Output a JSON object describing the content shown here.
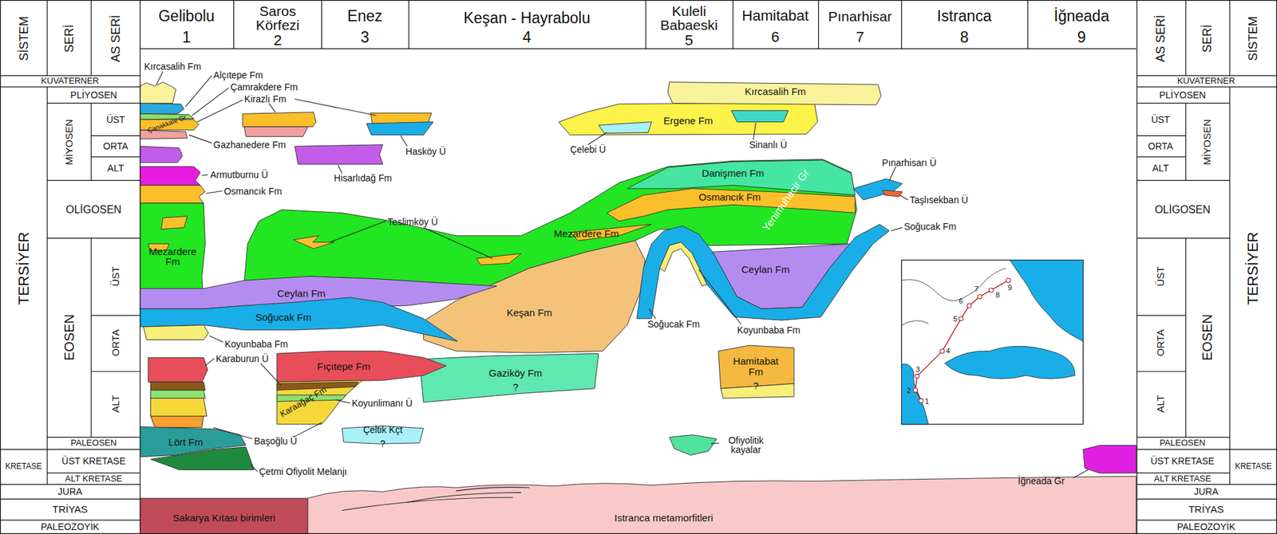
{
  "diagram": {
    "nodes": [
      {
        "text": [
          "Mezardere Fm"
        ]
      },
      {
        "text": [
          "Ceylan Fm"
        ]
      },
      {
        "text": [
          "Soğucak Fm"
        ]
      },
      {
        "text": [
          "Fıçıtepe Fm"
        ]
      },
      {
        "text": [
          "Karaağaç Fm"
        ]
      },
      {
        "text": [
          "Çeltik Kçt",
          "?"
        ]
      },
      {
        "text": [
          "Lört Fm"
        ]
      },
      {
        "text": [
          "Sakarya Kıtası birimleri"
        ]
      },
      {
        "text": [
          "Istranca metamorfitleri"
        ]
      },
      {
        "text": [
          "Mezardere Fm"
        ]
      },
      {
        "text": [
          "Keşan Fm"
        ]
      },
      {
        "text": [
          "Gaziköy Fm",
          "?"
        ]
      },
      {
        "text": [
          "Ceylan Fm"
        ]
      },
      {
        "text": [
          "Hamitabat Fm",
          "?"
        ]
      },
      {
        "text": [
          "Danişmen Fm"
        ]
      },
      {
        "text": [
          "Osmancık Fm"
        ]
      },
      {
        "text": [
          "Yenimuhacir Gr"
        ]
      },
      {
        "text": [
          "Kırcasalih Fm"
        ]
      },
      {
        "text": [
          "Ergene Fm"
        ]
      }
    ],
    "labels": [
      "SİSTEM",
      "SERİ",
      "AS SERİ",
      "KUVATERNER",
      "PLİYOSEN",
      "TERSİYER",
      "MİYOSEN",
      "ÜST",
      "ORTA",
      "ALT",
      "OLİGOSEN",
      "EOSEN",
      "ÜST",
      "ORTA",
      "ALT",
      "PALEOSEN",
      "KRETASE",
      "ÜST KRETASE",
      "ALT KRETASE",
      "JURA",
      "TRİYAS",
      "PALEOZOYİK",
      "AS SERİ",
      "SERİ",
      "SİSTEM",
      "KUVATERNER",
      "PLİYOSEN",
      "ÜST",
      "MİYOSEN",
      "TERSİYER",
      "ORTA",
      "ALT",
      "OLİGOSEN",
      "ÜST",
      "EOSEN",
      "ORTA",
      "ALT",
      "PALEOSEN",
      "KRETASE",
      "ÜST KRETASE",
      "ALT KRETASE",
      "JURA",
      "TRİYAS",
      "PALEOZOYİK",
      "Gelibolu",
      "1",
      "Saros Körfezi",
      "2",
      "Enez",
      "3",
      "Keşan - Hayrabolu",
      "4",
      "Kuleli Babaeski",
      "5",
      "Hamitabat",
      "6",
      "Pınarhisar",
      "7",
      "Istranca",
      "8",
      "İğneada",
      "9",
      "Kırcasalih Fm",
      "Alçıtepe Fm",
      "Çamrakdere Fm",
      "Kirazlı Fm",
      "Çanakkale Gr",
      "Gazhanedere Fm",
      "Hasköy Ü",
      "Hisarlıdağ Fm",
      "Armutburnu Ü",
      "Osmancık Fm",
      "Teslimköy Ü",
      "Koyunbaba Fm",
      "Karaburun Ü",
      "Koyunlimanı Ü",
      "Başoğlu Ü",
      "Çetmi Ofiyolit Melanjı",
      "Soğucak Fm",
      "Koyunbaba Fm",
      "Ofiyolitik kayalar",
      "Çelebi Ü",
      "Sinanlı Ü",
      "Pınarhisarı Ü",
      "Taşlısekban Ü",
      "Soğucak Fm",
      "İğneada Gr",
      "1",
      "2",
      "3",
      "4",
      "5",
      "6",
      "7",
      "8",
      "9"
    ]
  }
}
